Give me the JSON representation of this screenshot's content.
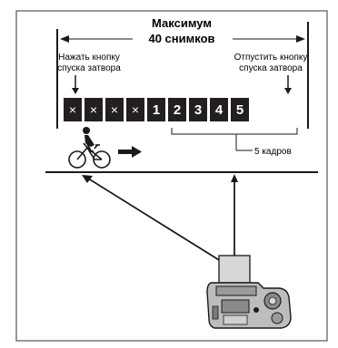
{
  "title": {
    "line1": "Максимум",
    "line2": "40 снимков"
  },
  "press_label": {
    "line1": "Нажать кнопку",
    "line2": "спуска затвора"
  },
  "release_label": {
    "line1": "Отпустить кнопку",
    "line2": "спуска затвора"
  },
  "frames": {
    "pre_frames": [
      "×",
      "×",
      "×",
      "×"
    ],
    "post_frames": [
      "1",
      "2",
      "3",
      "4",
      "5"
    ]
  },
  "bracket_label": "5 кадров",
  "colors": {
    "frame_fill": "#231f20",
    "frame_text": "#ffffff",
    "line": "#1a1a1a",
    "border": "#555555"
  },
  "icons": [
    "cyclist-icon",
    "right-arrow-icon",
    "camera-icon"
  ]
}
